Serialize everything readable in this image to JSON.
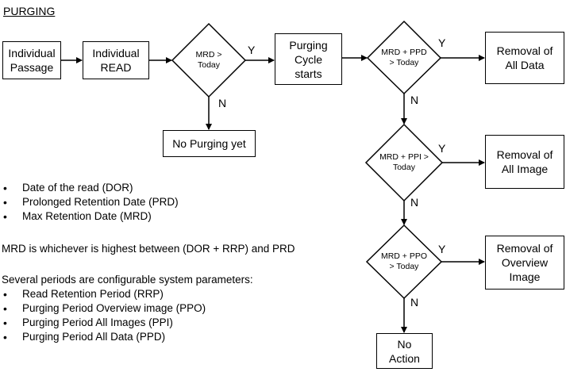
{
  "title": "PURGING",
  "nodes": {
    "individual_passage": "Individual\nPassage",
    "individual_read": "Individual\nREAD",
    "mrd_today": "MRD >\nToday",
    "purging_cycle": "Purging\nCycle\nstarts",
    "no_purging": "No Purging yet",
    "mrd_ppd": "MRD + PPD\n> Today",
    "removal_all_data": "Removal of\nAll Data",
    "mrd_ppi": "MRD + PPI >\nToday",
    "removal_all_image": "Removal of\nAll Image",
    "mrd_ppo": "MRD + PPO\n> Today",
    "removal_overview": "Removal of\nOverview\nImage",
    "no_action": "No\nAction"
  },
  "edge_labels": {
    "yes": "Y",
    "no": "N"
  },
  "definitions": [
    "Date of the read (DOR)",
    "Prolonged Retention Date (PRD)",
    "Max Retention Date (MRD)"
  ],
  "mrd_rule": "MRD is whichever is highest between (DOR + RRP) and PRD",
  "params_intro": "Several periods are configurable system parameters:",
  "parameters": [
    "Read Retention Period (RRP)",
    "Purging Period Overview image (PPO)",
    "Purging Period All Images (PPI)",
    "Purging Period All Data (PPD)"
  ]
}
